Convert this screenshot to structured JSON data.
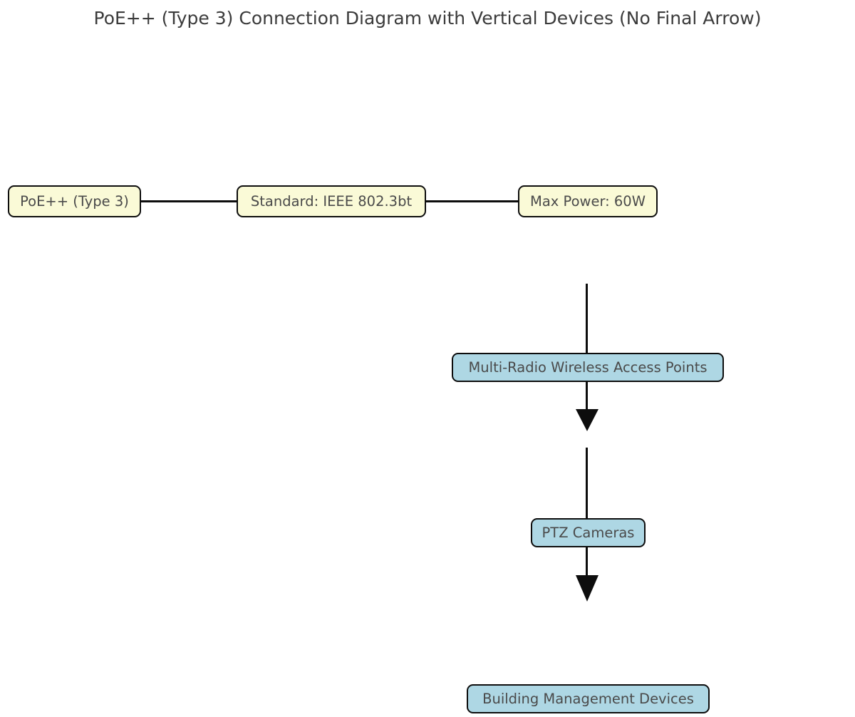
{
  "title": "PoE++ (Type 3) Connection Diagram with Vertical Devices (No Final Arrow)",
  "colors": {
    "spec_fill": "#fafad7",
    "device_fill": "#aed7e4",
    "stroke": "#0d0d0d",
    "text": "#4a4a4a",
    "title_text": "#3b3b3b",
    "background": "#ffffff"
  },
  "spec_chain": {
    "nodes": [
      {
        "id": "poe-type",
        "label": "PoE++ (Type 3)"
      },
      {
        "id": "standard",
        "label": "Standard: IEEE 802.3bt"
      },
      {
        "id": "max-power",
        "label": "Max Power: 60W"
      }
    ]
  },
  "device_chain": {
    "nodes": [
      {
        "id": "wireless-access-points",
        "label": "Multi-Radio Wireless Access Points"
      },
      {
        "id": "ptz-cameras",
        "label": "PTZ Cameras"
      },
      {
        "id": "building-management",
        "label": "Building Management Devices"
      }
    ]
  }
}
